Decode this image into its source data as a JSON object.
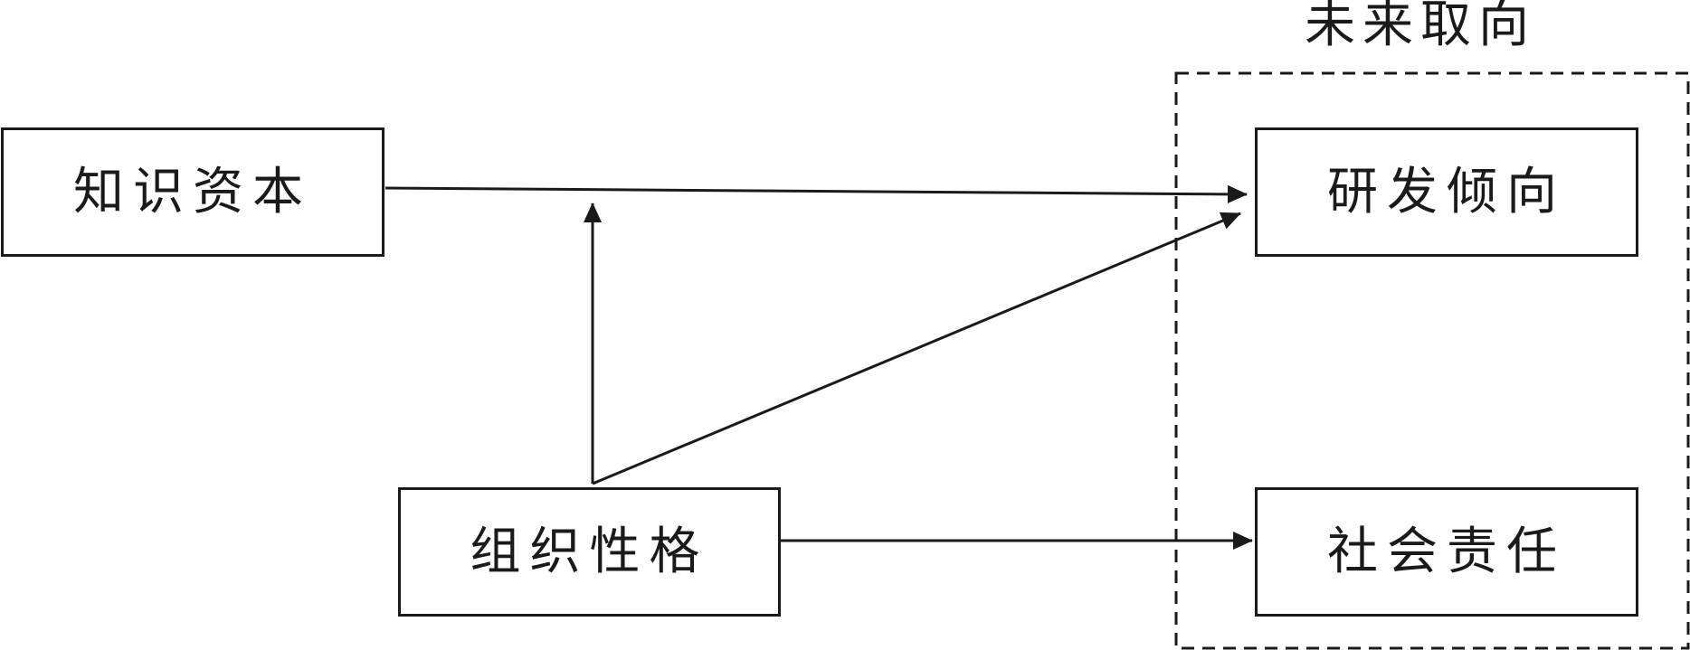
{
  "group": {
    "title": "未来取向"
  },
  "nodes": {
    "knowledge_capital": "知识资本",
    "org_personality": "组织性格",
    "rd_tendency": "研发倾向",
    "social_responsibility": "社会责任"
  },
  "colors": {
    "stroke": "#1a1a1a",
    "background": "#ffffff"
  }
}
